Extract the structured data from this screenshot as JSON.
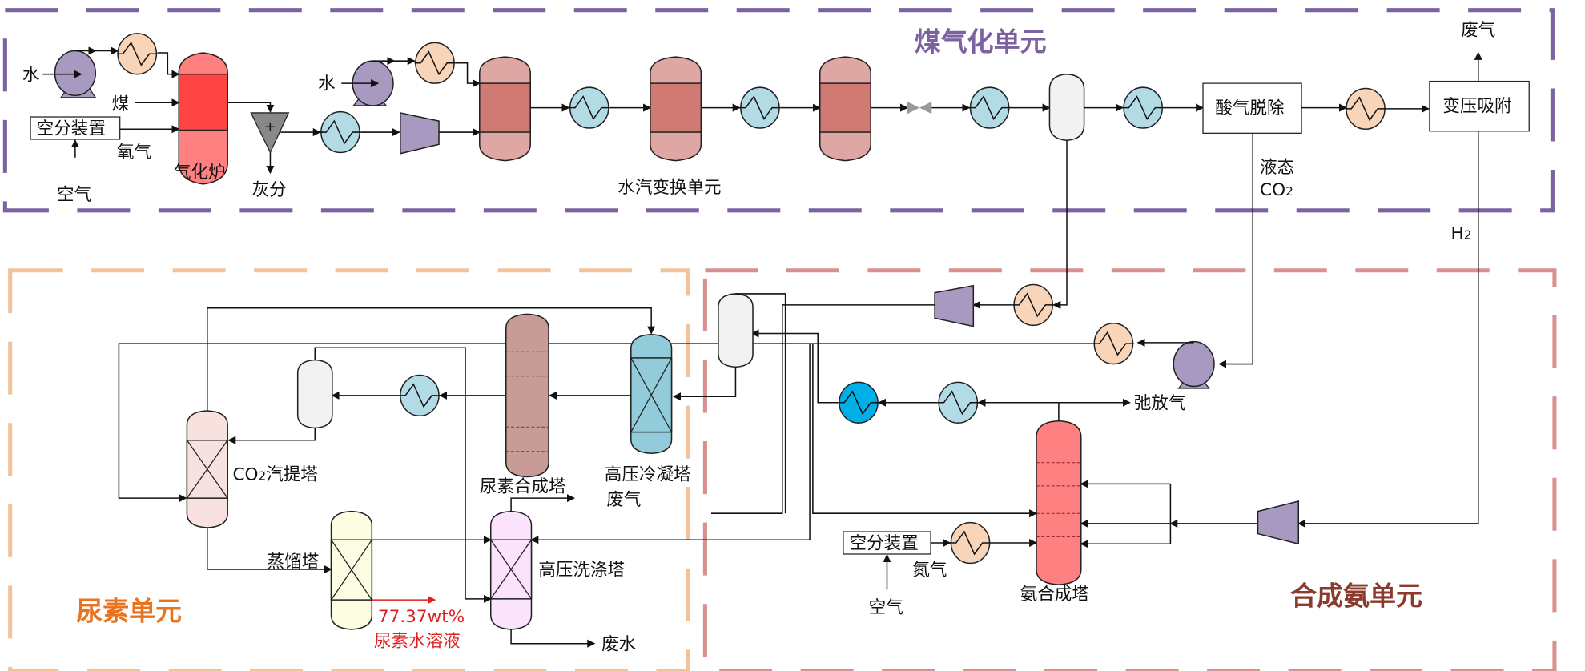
{
  "diagram": {
    "units": {
      "coal_gasification": {
        "title": "煤气化单元",
        "color": "#7b62a0"
      },
      "urea": {
        "title": "尿素单元",
        "color": "#e8741f",
        "border_color": "#f2c29a"
      },
      "ammonia": {
        "title": "合成氨单元",
        "color": "#8b3a2e",
        "border_color": "#d99090"
      }
    },
    "labels": {
      "water_1": "水",
      "coal": "煤",
      "asu_1": "空分装置",
      "oxygen": "氧气",
      "air_1": "空气",
      "gasifier": "气化炉",
      "ash": "灰分",
      "water_2": "水",
      "water_gas_shift": "水汽变换单元",
      "acid_gas_removal": "酸气脱除",
      "psa": "变压吸附",
      "offgas_top": "废气",
      "liquid_co2_line1": "液态",
      "liquid_co2_line2": "CO",
      "liquid_co2_sub": "2",
      "h2": "H",
      "h2_sub": "2",
      "co2_stripper_prefix": "CO",
      "co2_stripper_sub": "2",
      "co2_stripper_suffix": "汽提塔",
      "urea_reactor": "尿素合成塔",
      "hp_condenser": "高压冷凝塔",
      "offgas_urea": "废气",
      "hp_scrubber": "高压洗涤塔",
      "distillation": "蒸馏塔",
      "product_line1": "77.37wt%",
      "product_line2": "尿素水溶液",
      "product_color": "#e02020",
      "wastewater": "废水",
      "purge_gas": "弛放气",
      "asu_2": "空分装置",
      "nitrogen": "氮气",
      "air_2": "空气",
      "ammonia_reactor": "氨合成塔"
    },
    "colors": {
      "pump": "#a899c0",
      "heater": "#f8d5b8",
      "cooler": "#b3dbe5",
      "chiller": "#00aee8",
      "gasifier_body": "#ff8080",
      "gasifier_core": "#ff4444",
      "shift_shell": "#dfa7a3",
      "shift_core": "#cf7a73",
      "flash_drum": "#f2f2f2",
      "stripper": "#f8e2e0",
      "urea_reactor": "#c79b96",
      "hp_condenser": "#92cbd9",
      "distillation": "#fdfde4",
      "scrubber": "#fbe3fb",
      "ammonia_reactor": "#ff8080",
      "compressor": "#a899c0",
      "cyclone": "#888888",
      "valve": "#999999"
    }
  }
}
